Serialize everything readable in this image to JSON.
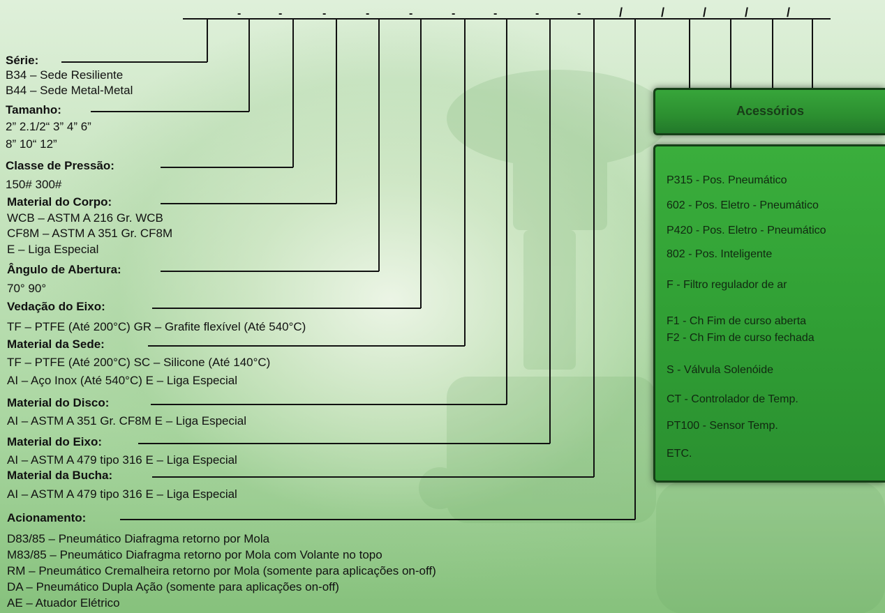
{
  "sections": [
    {
      "id": "serie",
      "heading": "Série:",
      "options": [
        "B34 – Sede Resiliente",
        "B44 – Sede Metal-Metal"
      ]
    },
    {
      "id": "tamanho",
      "heading": "Tamanho:",
      "options": [
        "2”  2.1/2“   3”   4”   6”",
        "8”   10“     12”"
      ]
    },
    {
      "id": "classe",
      "heading": "Classe de Pressão:",
      "options": [
        "150#   300#"
      ]
    },
    {
      "id": "material-corpo",
      "heading": "Material do Corpo:",
      "options": [
        "WCB –  ASTM A 216 Gr. WCB",
        "CF8M – ASTM A 351 Gr. CF8M",
        "E – Liga Especial"
      ]
    },
    {
      "id": "angulo",
      "heading": "Ângulo de Abertura:",
      "options": [
        "70°   90°"
      ]
    },
    {
      "id": "vedacao",
      "heading": "Vedação do Eixo:",
      "options": [
        "TF – PTFE (Até 200°C)   GR – Grafite flexível (Até 540°C)"
      ]
    },
    {
      "id": "material-sede",
      "heading": "Material da Sede:",
      "options": [
        "TF – PTFE (Até 200°C)   SC – Silicone (Até 140°C)",
        "AI – Aço Inox (Até 540°C)   E – Liga Especial"
      ]
    },
    {
      "id": "material-disco",
      "heading": "Material do Disco:",
      "options": [
        "AI – ASTM A 351 Gr. CF8M   E – Liga Especial"
      ]
    },
    {
      "id": "material-eixo",
      "heading": "Material do Eixo:",
      "options": [
        "AI – ASTM A 479 tipo 316   E – Liga Especial"
      ]
    },
    {
      "id": "material-bucha",
      "heading": "Material da Bucha:",
      "options": [
        "AI – ASTM A 479 tipo 316   E – Liga Especial"
      ]
    },
    {
      "id": "acionamento",
      "heading": "Acionamento:",
      "options": [
        "D83/85 – Pneumático Diafragma retorno por Mola",
        "M83/85 – Pneumático Diafragma retorno por Mola com Volante no topo",
        "RM – Pneumático Cremalheira retorno por Mola (somente para aplicações on-off)",
        "DA – Pneumático Dupla Ação (somente para aplicações on-off)",
        "AE – Atuador Elétrico"
      ]
    }
  ],
  "code_separators": [
    "-",
    "-",
    "-",
    "-",
    "-",
    "-",
    "-",
    "-",
    "-",
    "/",
    "/",
    "/",
    "/",
    "/"
  ],
  "accessories": {
    "title": "Acessórios",
    "items": [
      "P315 - Pos. Pneumático",
      "602 - Pos. Eletro - Pneumático",
      "P420 - Pos. Eletro - Pneumático",
      "802 - Pos. Inteligente",
      "F - Filtro regulador de ar",
      "F1 - Ch Fim de curso aberta",
      "F2 - Ch Fim de curso fechada",
      "S - Válvula Solenóide",
      "CT - Controlador de Temp.",
      "PT100 - Sensor Temp.",
      "ETC."
    ]
  },
  "colors": {
    "background": "#b5dcae",
    "line": "#111111",
    "accent_green": "#31a035",
    "border_dark": "#153f17"
  }
}
